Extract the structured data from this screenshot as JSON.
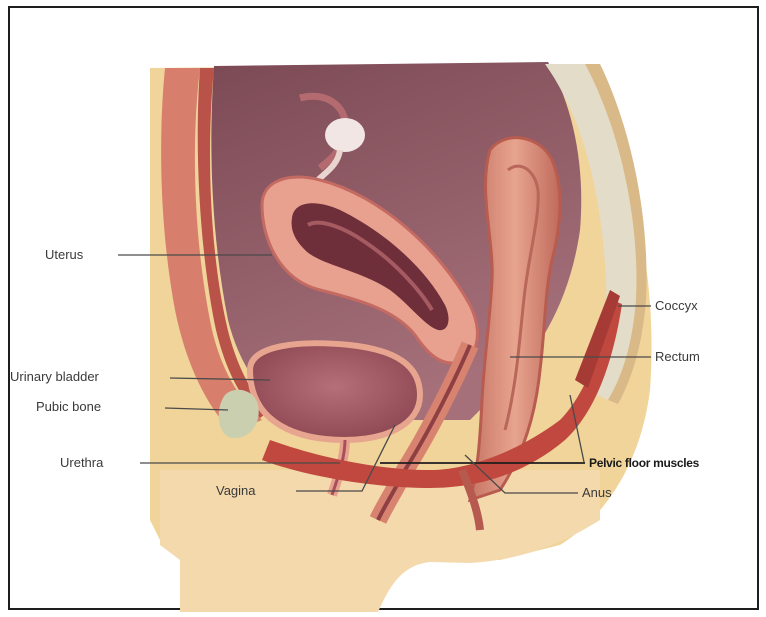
{
  "labels": {
    "uterus": "Uterus",
    "urinary_bladder": "Urinary bladder",
    "pubic_bone": "Pubic bone",
    "urethra": "Urethra",
    "vagina": "Vagina",
    "coccyx": "Coccyx",
    "rectum": "Rectum",
    "pelvic_floor_muscles": "Pelvic floor muscles",
    "anus": "Anus"
  },
  "colors": {
    "abdominal_cavity": "#8e5a62",
    "uterus_wall": "#e8a08f",
    "uterus_cavity": "#6e2e3a",
    "bladder": "#9c5560",
    "rectum": "#d98c78",
    "pelvic_fat": "#f0d49a",
    "skin": "#f4d9ad",
    "muscle": "#c0483e",
    "bone": "#e3dcc8"
  }
}
